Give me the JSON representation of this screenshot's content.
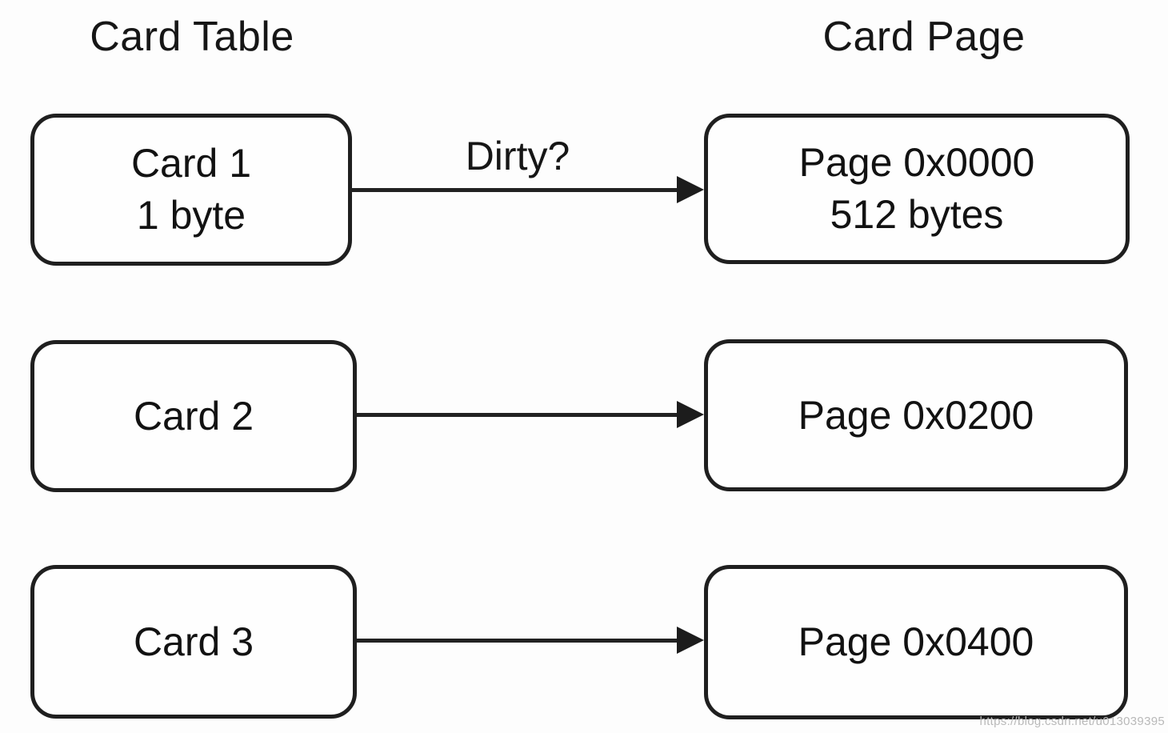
{
  "diagram": {
    "left_column": {
      "title": "Card Table",
      "nodes": [
        {
          "label": "Card 1",
          "sublabel": "1 byte"
        },
        {
          "label": "Card 2",
          "sublabel": ""
        },
        {
          "label": "Card 3",
          "sublabel": ""
        }
      ]
    },
    "right_column": {
      "title": "Card Page",
      "nodes": [
        {
          "label": "Page 0x0000",
          "sublabel": "512 bytes"
        },
        {
          "label": "Page 0x0200",
          "sublabel": ""
        },
        {
          "label": "Page 0x0400",
          "sublabel": ""
        }
      ]
    },
    "edges": [
      {
        "label": "Dirty?"
      },
      {
        "label": ""
      },
      {
        "label": ""
      }
    ],
    "colors": {
      "stroke": "#1f1f1f",
      "background": "#fdfdfd",
      "watermark": "#b9b9b9"
    },
    "watermark": "https://blog.csdn.net/u013039395"
  }
}
